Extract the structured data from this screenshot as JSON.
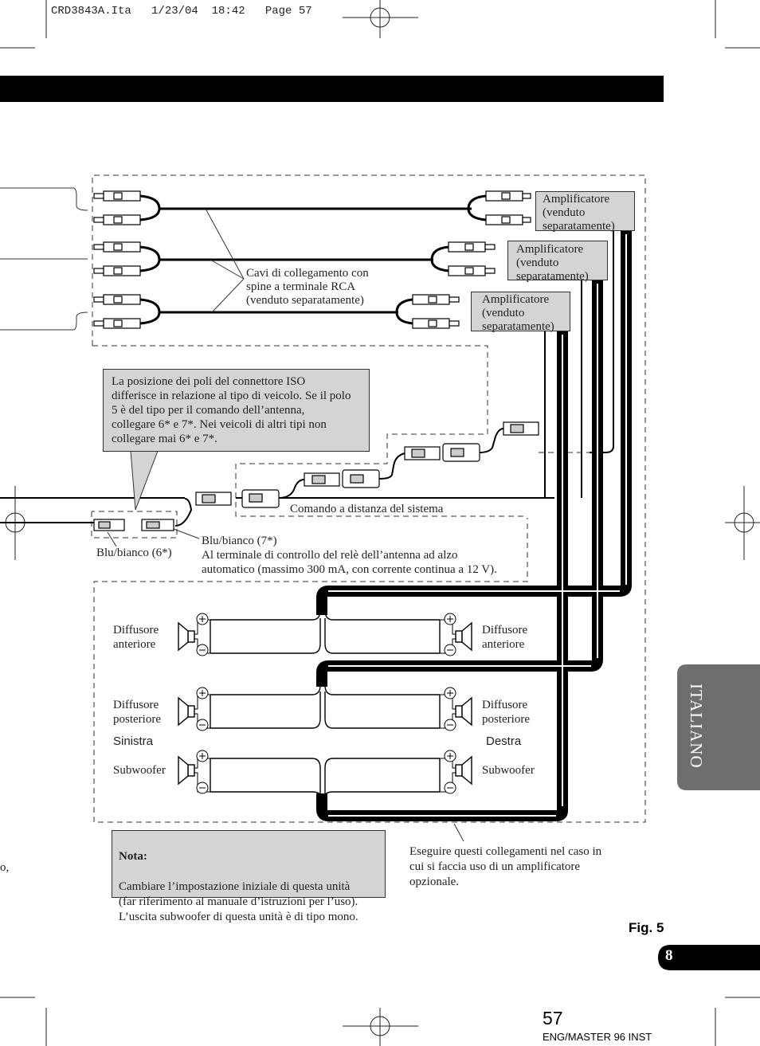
{
  "print_header": "CRD3843A.Ita   1/23/04  18:42   Page 57",
  "amplifiers": [
    "Amplificatore\n(venduto\nseparatamente)",
    "Amplificatore\n(venduto\nseparatamente)",
    "Amplificatore\n(venduto\nseparatamente)"
  ],
  "rca_cables_label": "Cavi di collegamento con\nspine a terminale RCA\n(venduto separatamente)",
  "iso_note": "La posizione dei poli del connettore ISO\ndifferisce in relazione al tipo di veicolo. Se il polo\n5 è del tipo per il comando dell’antenna,\ncollegare 6* e 7*. Nei veicoli di altri tipi non\ncollegare mai 6* e 7*.",
  "system_remote_label": "Comando a distanza del sistema",
  "blue_white_6": "Blu/bianco (6*)",
  "blue_white_7": "Blu/bianco (7*)\nAl terminale di controllo del relè dell’antenna ad alzo\nautomatico (massimo 300 mA, con corrente continua a 12 V).",
  "speakers": {
    "front_left": "Diffusore\nanteriore",
    "front_right": "Diffusore\nanteriore",
    "rear_left": "Diffusore\nposteriore",
    "rear_right": "Diffusore\nposteriore",
    "sub_left": "Subwoofer",
    "sub_right": "Subwoofer",
    "left_side": "Sinistra",
    "right_side": "Destra"
  },
  "nota": {
    "title": "Nota:",
    "body": "Cambiare l’impostazione iniziale di questa unità\n(far riferimento al manuale d’istruzioni per l’uso).\nL’uscita subwoofer di questa unità è di tipo mono."
  },
  "amp_note": "Eseguire questi collegamenti nel caso in\ncui si faccia uso di un amplificatore\nopzionale.",
  "fig_label": "Fig. 5",
  "side_tab": "ITALIANO",
  "section_number": "8",
  "page_number": "57",
  "footer_code": "ENG/MASTER 96 INST",
  "stray_char": "o,"
}
